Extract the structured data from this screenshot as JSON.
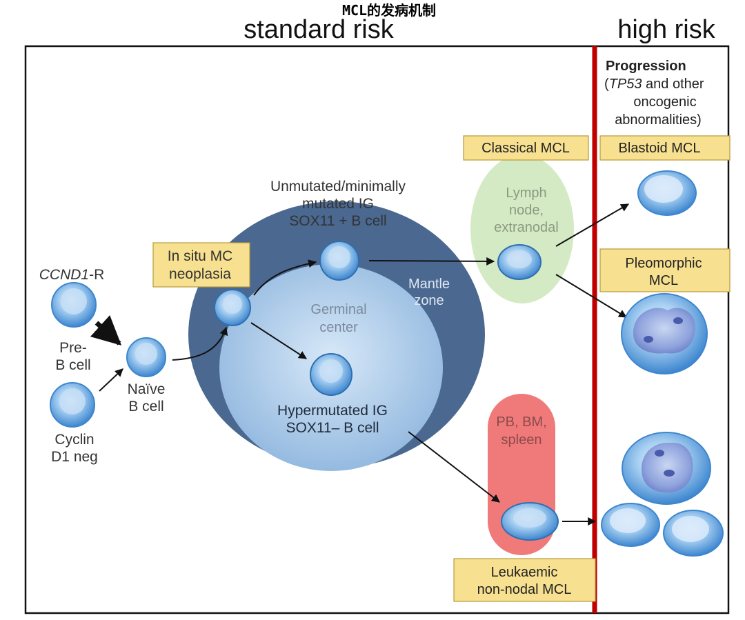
{
  "header": {
    "chinese_title": "MCL的发病机制",
    "standard_risk": "standard risk",
    "high_risk": "high risk"
  },
  "colors": {
    "mantle_zone": "#4a6890",
    "germinal_center": "#a9c7e6",
    "lymph_node": "#d4eac4",
    "blood_marrow": "#f07a7a",
    "label_box_fill": "#f7e08f",
    "label_box_stroke": "#b89a3a",
    "divider": "#c00000",
    "cell_blue": "#5aa5e0"
  },
  "left": {
    "ccnd1": "CCND1",
    "ccnd1_suffix": "-R",
    "pre_b_line1": "Pre-",
    "pre_b_line2": "B cell",
    "cyclin_line1": "Cyclin",
    "cyclin_line2": "D1 neg",
    "naive_line1": "Naïve",
    "naive_line2": "B cell"
  },
  "insitu": {
    "line1": "In situ MC",
    "line2": "neoplasia"
  },
  "mantle": {
    "line1": "Mantle",
    "line2": "zone"
  },
  "germinal": {
    "line1": "Germinal",
    "line2": "center"
  },
  "unmutated": {
    "line1": "Unmutated/minimally",
    "line2": "mutated IG",
    "line3": "SOX11 + B cell"
  },
  "hypermutated": {
    "line1": "Hypermutated IG",
    "line2": "SOX11– B cell"
  },
  "lymph": {
    "line1": "Lymph",
    "line2": "node,",
    "line3": "extranodal"
  },
  "blood": {
    "line1": "PB, BM,",
    "line2": "spleen"
  },
  "classical": "Classical MCL",
  "blastoid": "Blastoid MCL",
  "pleomorphic": {
    "line1": "Pleomorphic",
    "line2": "MCL"
  },
  "leukaemic": {
    "line1": "Leukaemic",
    "line2": "non-nodal MCL"
  },
  "progression": {
    "title": "Progression",
    "paren_open": "(",
    "gene": "TP53",
    "rest1": " and other",
    "line2": "oncogenic",
    "line3": "abnormalities)"
  }
}
